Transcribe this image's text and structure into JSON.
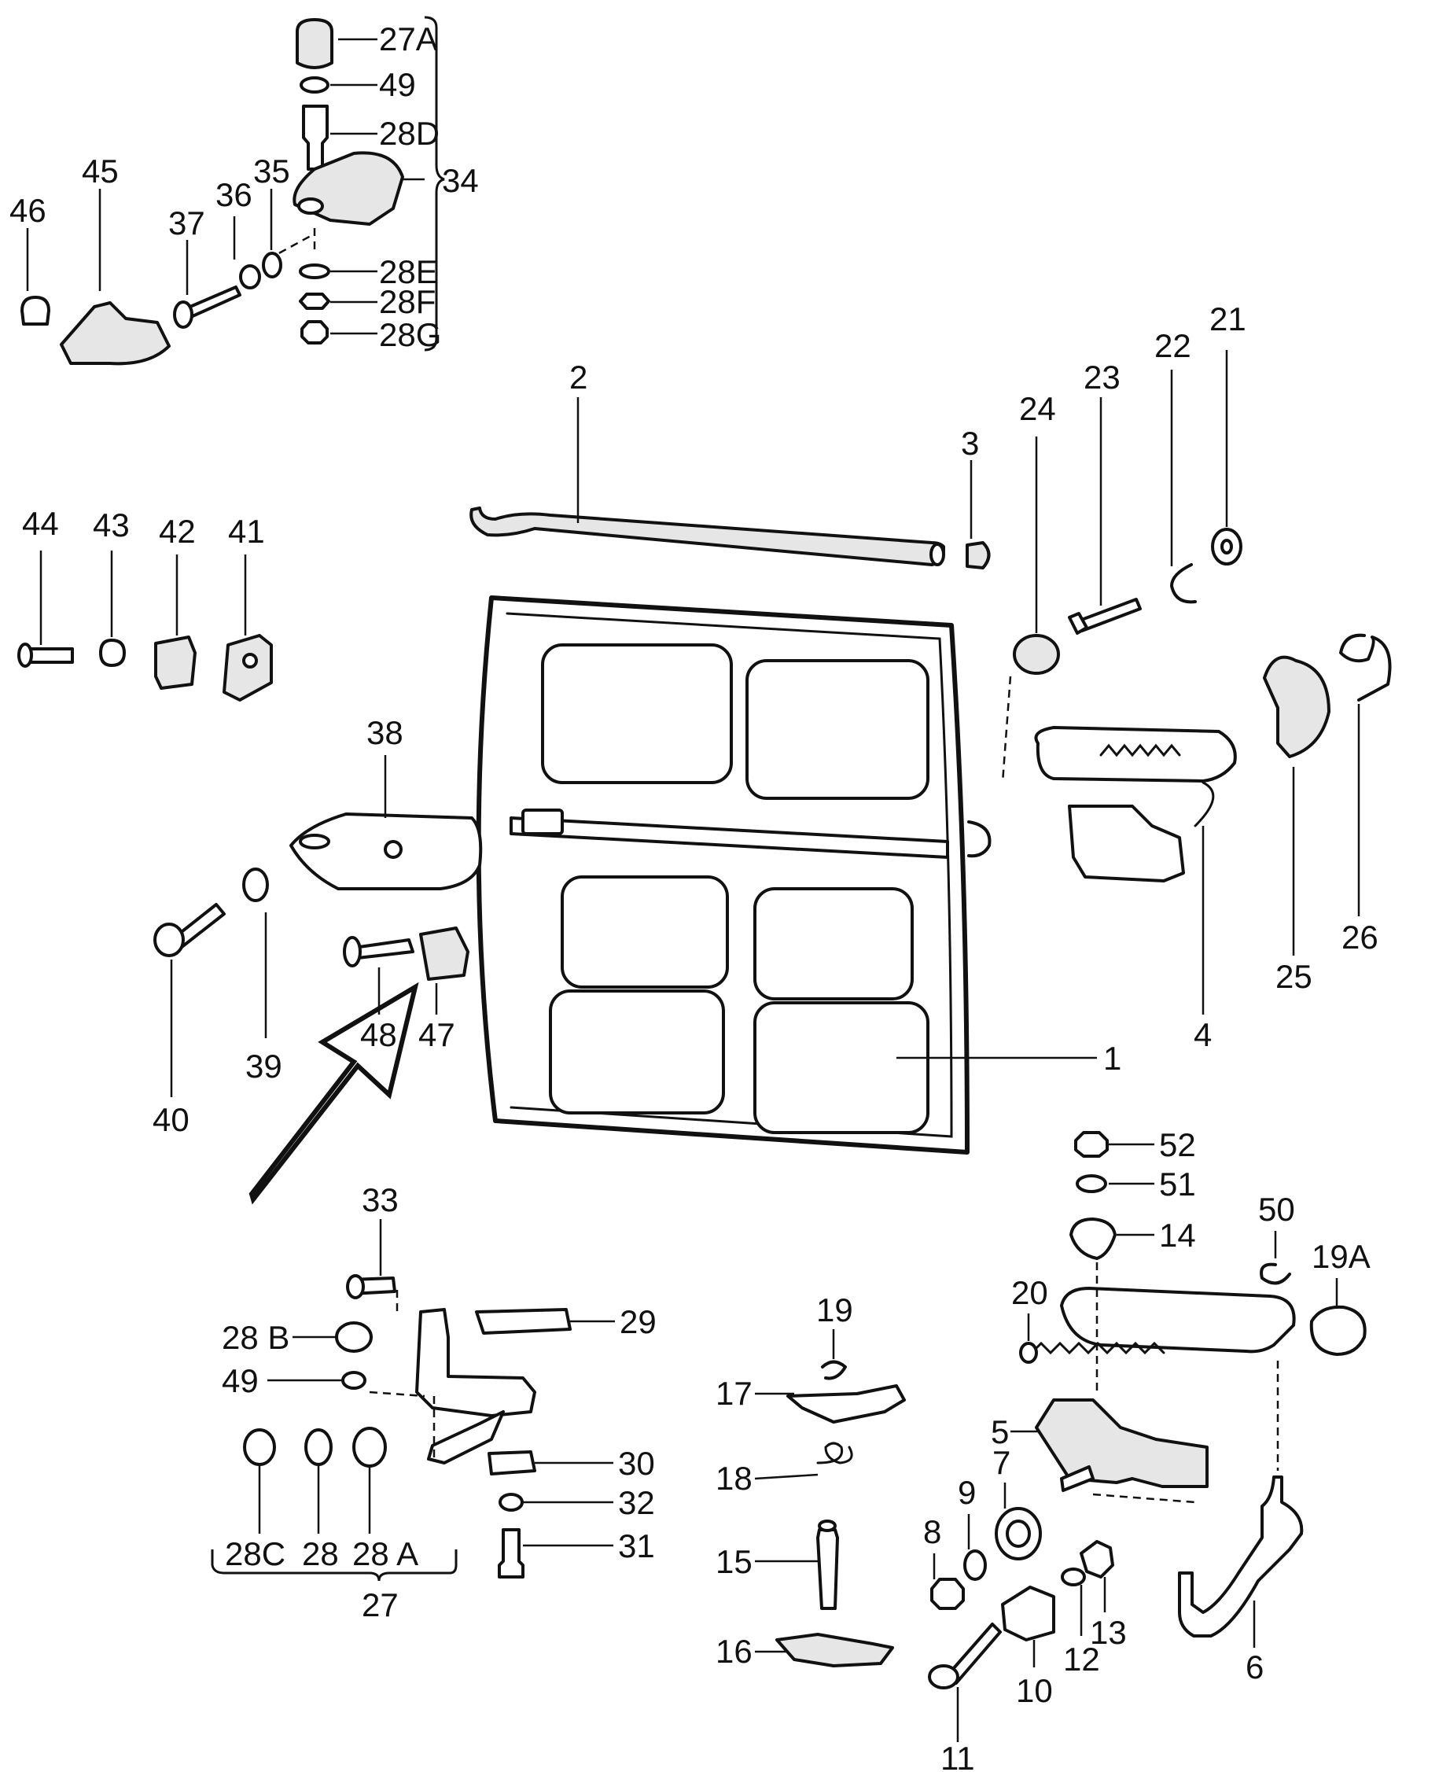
{
  "callouts": [
    {
      "id": "c27A",
      "text": "27A"
    },
    {
      "id": "c49a",
      "text": "49"
    },
    {
      "id": "c28D",
      "text": "28D"
    },
    {
      "id": "c34",
      "text": "34"
    },
    {
      "id": "c45",
      "text": "45"
    },
    {
      "id": "c46",
      "text": "46"
    },
    {
      "id": "c37",
      "text": "37"
    },
    {
      "id": "c36",
      "text": "36"
    },
    {
      "id": "c35",
      "text": "35"
    },
    {
      "id": "c28E",
      "text": "28E"
    },
    {
      "id": "c28F",
      "text": "28F"
    },
    {
      "id": "c28G",
      "text": "28G"
    },
    {
      "id": "c2",
      "text": "2"
    },
    {
      "id": "c3",
      "text": "3"
    },
    {
      "id": "c24",
      "text": "24"
    },
    {
      "id": "c23",
      "text": "23"
    },
    {
      "id": "c22",
      "text": "22"
    },
    {
      "id": "c21",
      "text": "21"
    },
    {
      "id": "c44",
      "text": "44"
    },
    {
      "id": "c43",
      "text": "43"
    },
    {
      "id": "c42",
      "text": "42"
    },
    {
      "id": "c41",
      "text": "41"
    },
    {
      "id": "c38",
      "text": "38"
    },
    {
      "id": "c39",
      "text": "39"
    },
    {
      "id": "c40",
      "text": "40"
    },
    {
      "id": "c48",
      "text": "48"
    },
    {
      "id": "c47",
      "text": "47"
    },
    {
      "id": "c1",
      "text": "1"
    },
    {
      "id": "c4",
      "text": "4"
    },
    {
      "id": "c25",
      "text": "25"
    },
    {
      "id": "c26",
      "text": "26"
    },
    {
      "id": "c52",
      "text": "52"
    },
    {
      "id": "c51",
      "text": "51"
    },
    {
      "id": "c14",
      "text": "14"
    },
    {
      "id": "c50",
      "text": "50"
    },
    {
      "id": "c19A",
      "text": "19A"
    },
    {
      "id": "c20",
      "text": "20"
    },
    {
      "id": "c5",
      "text": "5"
    },
    {
      "id": "c7",
      "text": "7"
    },
    {
      "id": "c9",
      "text": "9"
    },
    {
      "id": "c8",
      "text": "8"
    },
    {
      "id": "c13",
      "text": "13"
    },
    {
      "id": "c12",
      "text": "12"
    },
    {
      "id": "c10",
      "text": "10"
    },
    {
      "id": "c11",
      "text": "11"
    },
    {
      "id": "c6",
      "text": "6"
    },
    {
      "id": "c19",
      "text": "19"
    },
    {
      "id": "c17",
      "text": "17"
    },
    {
      "id": "c18",
      "text": "18"
    },
    {
      "id": "c15",
      "text": "15"
    },
    {
      "id": "c16",
      "text": "16"
    },
    {
      "id": "c33",
      "text": "33"
    },
    {
      "id": "c29",
      "text": "29"
    },
    {
      "id": "c28B",
      "text": "28 B"
    },
    {
      "id": "c49b",
      "text": "49"
    },
    {
      "id": "c30",
      "text": "30"
    },
    {
      "id": "c32",
      "text": "32"
    },
    {
      "id": "c31",
      "text": "31"
    },
    {
      "id": "c28C",
      "text": "28C"
    },
    {
      "id": "c28",
      "text": "28"
    },
    {
      "id": "c28A",
      "text": "28 A"
    },
    {
      "id": "c27",
      "text": "27"
    }
  ]
}
